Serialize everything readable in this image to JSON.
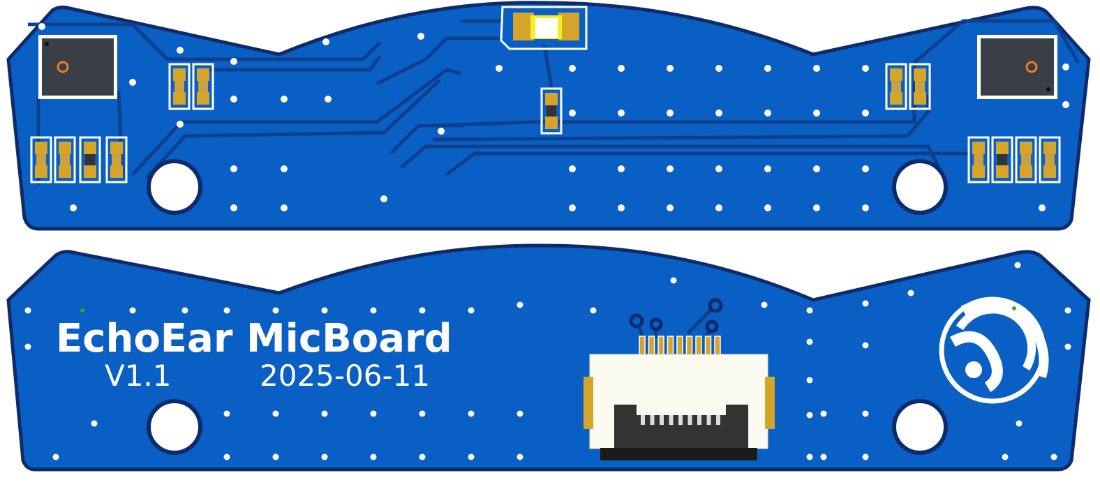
{
  "board": {
    "title": "EchoEar MicBoard",
    "version": "V1.1",
    "date": "2025-06-11"
  },
  "views": [
    "top-side",
    "bottom-side"
  ],
  "colors": {
    "board": "#0a5fc4",
    "outline": "#0d2b6b",
    "trace": "#0a4fa8",
    "pad": "#d4a52a",
    "silkscreen": "#ffffff",
    "mic": "#3a3f47",
    "connector": "#fbfbef"
  },
  "icons": {
    "logo": "espressif-logo-icon"
  }
}
